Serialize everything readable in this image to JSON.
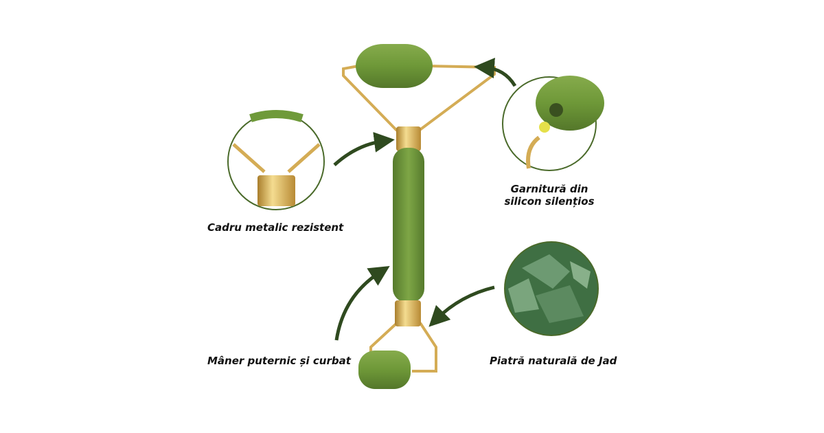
{
  "labels": {
    "frame": "Cadru metalic rezistent",
    "gasket_line1": "Garnitură din",
    "gasket_line2": "silicon silențios",
    "handle": "Mâner puternic și curbat",
    "stone": "Piatră naturală de Jad"
  },
  "colors": {
    "jade": "#6f9a3a",
    "gold": "#d9b35a",
    "arrow": "#2f4a1f"
  }
}
